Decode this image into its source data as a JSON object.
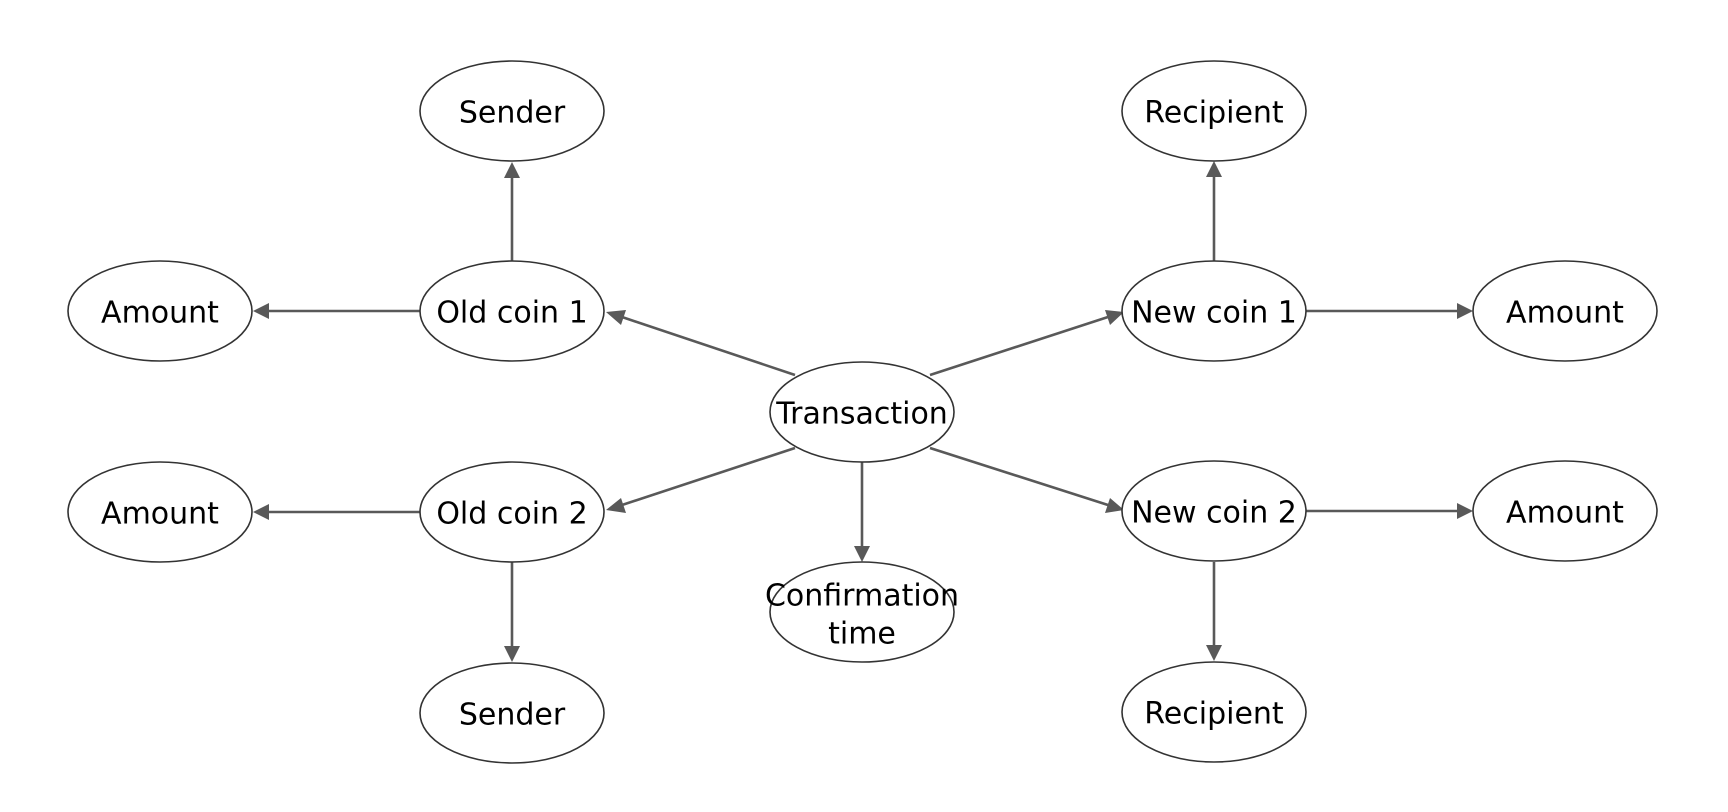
{
  "nodes": {
    "transaction": "Transaction",
    "old_coin_1": "Old coin 1",
    "old_coin_2": "Old coin 2",
    "new_coin_1": "New coin 1",
    "new_coin_2": "New coin 2",
    "confirmation_time_line1": "Confirmation",
    "confirmation_time_line2": "time",
    "sender_top": "Sender",
    "sender_bottom": "Sender",
    "recipient_top": "Recipient",
    "recipient_bottom": "Recipient",
    "amount_old_1": "Amount",
    "amount_old_2": "Amount",
    "amount_new_1": "Amount",
    "amount_new_2": "Amount"
  },
  "colors": {
    "edge": "#595959",
    "node_border": "#333333",
    "background": "#ffffff"
  }
}
